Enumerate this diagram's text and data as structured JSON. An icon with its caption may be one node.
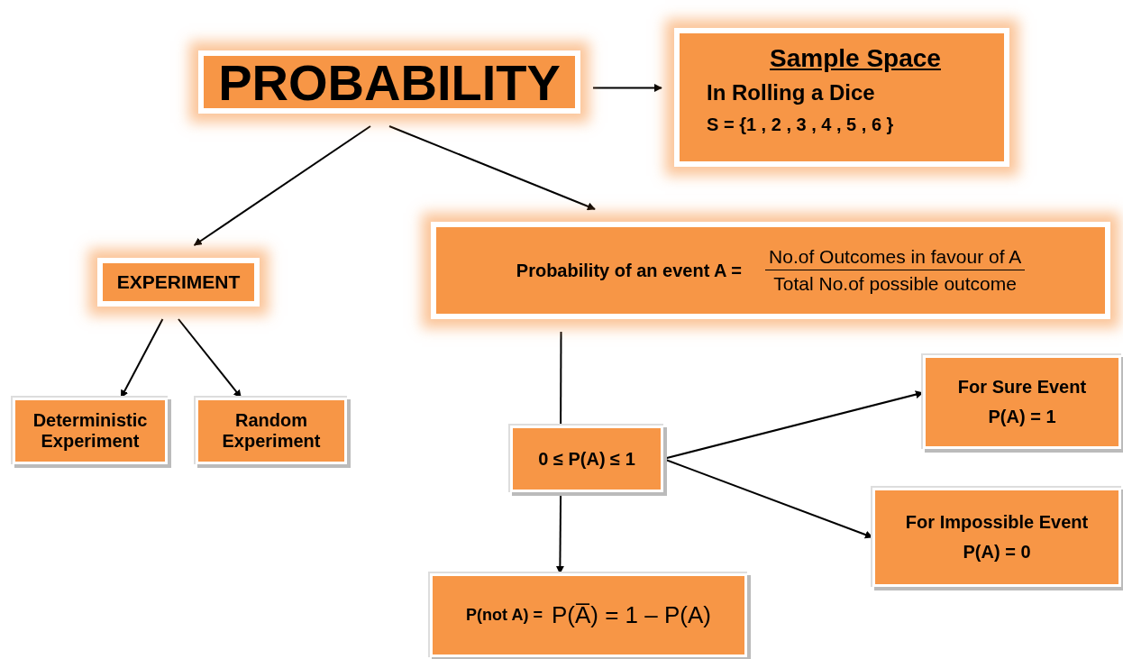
{
  "diagram": {
    "nodes": [
      {
        "text": [
          "PROBABILITY"
        ]
      },
      {
        "text": [
          "Sample Space",
          "In Rolling a Dice",
          "S = {1 , 2 , 3 , 4 , 5 , 6 }"
        ]
      },
      {
        "text": [
          "EXPERIMENT"
        ]
      },
      {
        "text": [
          "Probability of an event A =",
          "No.of Outcomes in favour of A",
          "Total No.of possible outcome"
        ]
      },
      {
        "text": [
          "Deterministic Experiment"
        ]
      },
      {
        "text": [
          "Random Experiment"
        ]
      },
      {
        "text": [
          "0 ≤ P(A) ≤ 1"
        ]
      },
      {
        "text": [
          "For Sure Event",
          "P(A) = 1"
        ]
      },
      {
        "text": [
          "For Impossible Event",
          "P(A) = 0"
        ]
      },
      {
        "text": [
          "P(not A) =",
          "P(A̅) = 1 – P(A)"
        ]
      }
    ],
    "edges": [
      {
        "from": 0,
        "to": 1,
        "arrow": "to"
      },
      {
        "from": 0,
        "to": 2,
        "arrow": "to"
      },
      {
        "from": 0,
        "to": 3,
        "arrow": "to"
      },
      {
        "from": 2,
        "to": 4,
        "arrow": "to"
      },
      {
        "from": 2,
        "to": 5,
        "arrow": "to"
      },
      {
        "from": 3,
        "to": 6,
        "arrow": "none"
      },
      {
        "from": 6,
        "to": 7,
        "arrow": "to"
      },
      {
        "from": 6,
        "to": 8,
        "arrow": "to"
      },
      {
        "from": 6,
        "to": 9,
        "arrow": "to"
      }
    ]
  }
}
